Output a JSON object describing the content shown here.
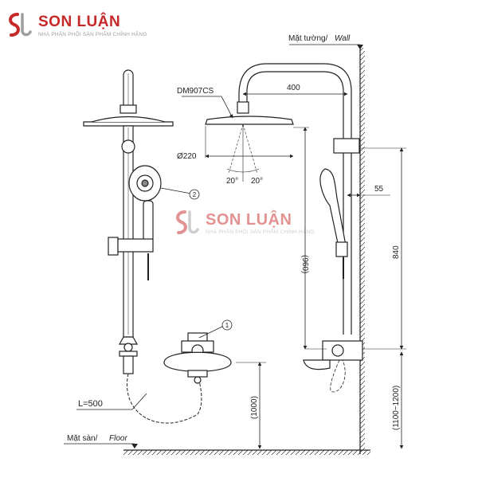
{
  "brand": {
    "name": "SON LUẬN",
    "tagline": "NHÀ PHÂN PHỐI SẢN PHẨM CHÍNH HÃNG",
    "color": "#c62828"
  },
  "labels": {
    "wall_vi": "Mặt tường/",
    "wall_en": "Wall",
    "floor_vi": "Mặt sàn/",
    "floor_en": "Floor",
    "model": "DM907CS",
    "hose": "L=500",
    "callout_1": "1",
    "callout_2": "2"
  },
  "dimensions": {
    "arm_length": "400",
    "head_diameter": "Ø220",
    "spray_angle_left": "20°",
    "spray_angle_right": "20°",
    "holder_offset": "55",
    "rail_height": "840",
    "head_height": "(960)",
    "mixer_height": "(1000)",
    "mixer_range": "(1100~1200)"
  }
}
